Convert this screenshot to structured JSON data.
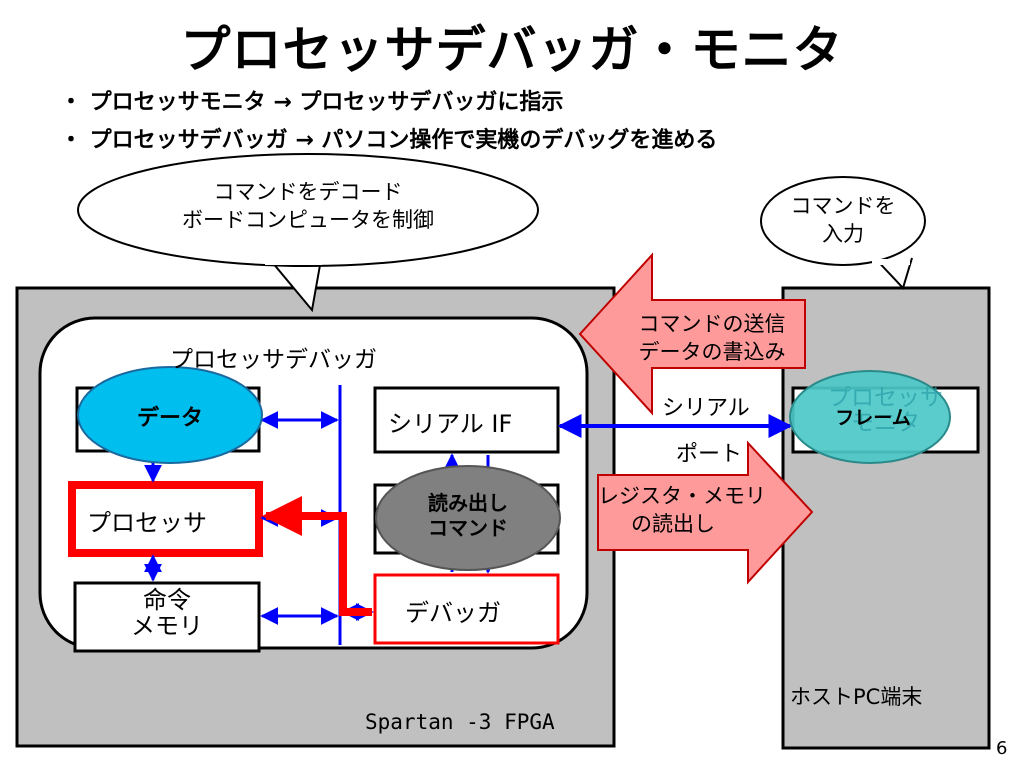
{
  "title": "プロセッサデバッガ・モニタ",
  "bullets": [
    "・ プロセッサモニタ → プロセッサデバッガに指示",
    "・ プロセッサデバッガ → パソコン操作で実機のデバッグを進める"
  ],
  "bubbles": {
    "decode_line1": "コマンドをデコード",
    "decode_line2": "ボードコンピュータを制御",
    "input_line1": "コマンドを",
    "input_line2": "入力"
  },
  "fpga": {
    "label": "Spartan -3 FPGA",
    "debugger_group_label": "プロセッサデバッガ",
    "data_label": "データ",
    "processor_label": "プロセッサ",
    "instr_mem_line1": "命令",
    "instr_mem_line2": "メモリ",
    "serial_if_label": "シリアル IF",
    "read_cmd_line1": "読み出し",
    "read_cmd_line2": "コマンド",
    "debugger_label": "デバッガ"
  },
  "serial_port": {
    "line1": "シリアル",
    "line2": "ポート"
  },
  "arrows": {
    "send_line1": "コマンドの送信",
    "send_line2": "データの書込み",
    "read_line1": "レジスタ・メモリ",
    "read_line2": "の読出し"
  },
  "host": {
    "label": "ホストPC端末",
    "monitor_line1": "プロセッサ",
    "monitor_line2": "モニタ",
    "frame_label": "フレーム"
  },
  "page_number": "6",
  "colors": {
    "gray_panel": "#c0c0c0",
    "blue_line": "#0000ff",
    "red_path": "#ff0000",
    "cyan_ellipse": "#00bfef",
    "teal_ellipse": "#4cc8c8",
    "pink_arrow": "#ff9a9a",
    "dark_gray_ellipse": "#808080"
  }
}
